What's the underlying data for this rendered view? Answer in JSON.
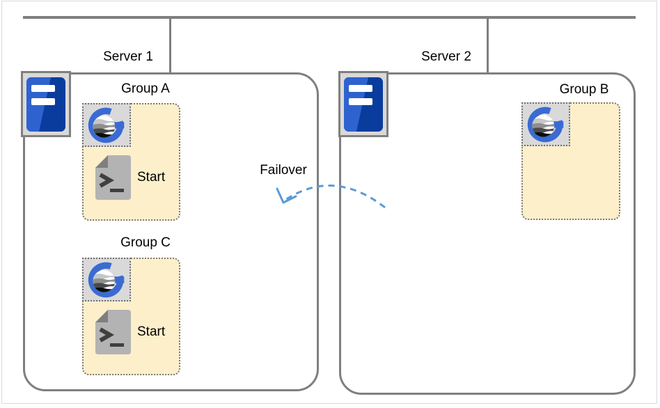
{
  "servers": [
    {
      "label": "Server 1",
      "groups": [
        {
          "label": "Group A",
          "start_label": "Start"
        },
        {
          "label": "Group C",
          "start_label": "Start"
        }
      ]
    },
    {
      "label": "Server 2",
      "groups": [
        {
          "label": "Group B"
        }
      ]
    }
  ],
  "failover_label": "Failover",
  "icons": {
    "server": "server-tower-icon",
    "application": "globe-g-app-icon",
    "script": "script-file-icon",
    "arrow": "failover-dashed-arrow"
  },
  "colors": {
    "line_gray": "#7F7F7F",
    "group_fill": "#FCEFCA",
    "icon_box_gray": "#D9D9D9",
    "app_blue": "#3A6BD3",
    "arrow_blue": "#5B9BD5",
    "tower_blue_light": "#2E63CF",
    "tower_blue_dark": "#0A3C9E",
    "script_gray": "#B3B3B3"
  }
}
